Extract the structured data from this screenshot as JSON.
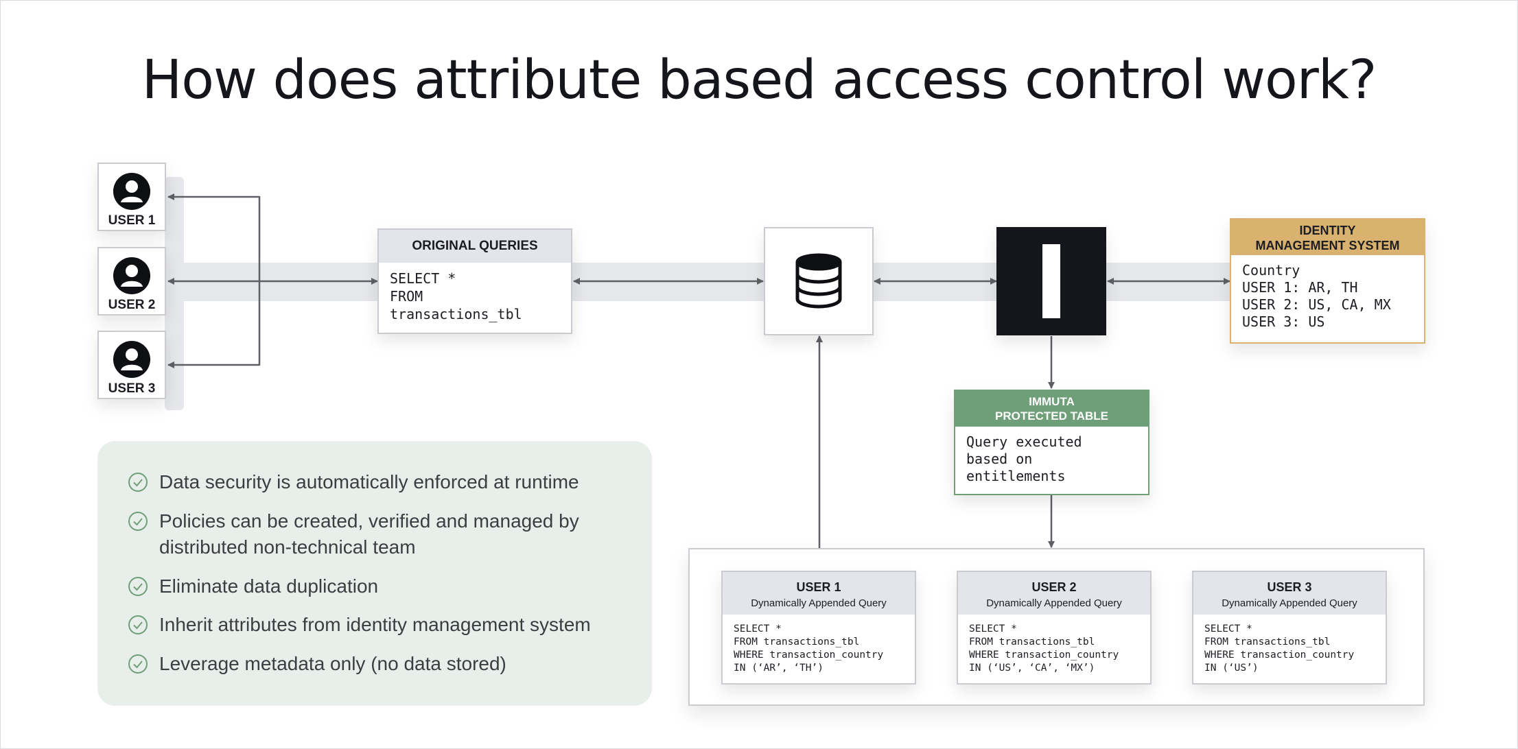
{
  "title": "How does attribute based access control work?",
  "users": [
    {
      "label": "USER 1"
    },
    {
      "label": "USER 2"
    },
    {
      "label": "USER 3"
    }
  ],
  "original_queries": {
    "header": "ORIGINAL QUERIES",
    "code": "SELECT *\nFROM\ntransactions_tbl"
  },
  "database": {
    "icon": "database-icon"
  },
  "immuta": {
    "icon": "immuta-logo"
  },
  "identity_system": {
    "header": "IDENTITY\nMANAGEMENT SYSTEM",
    "header_color": "#d9b26f",
    "lines": "Country\nUSER 1: AR, TH\nUSER 2: US, CA, MX\nUSER 3: US"
  },
  "protected_table": {
    "header": "IMMUTA\nPROTECTED TABLE",
    "header_color": "#6e9f79",
    "text": "Query executed\nbased on\nentitlements"
  },
  "benefits": [
    "Data security is automatically enforced at runtime",
    "Policies can be created, verified and managed by\ndistributed non-technical team",
    "Eliminate data duplication",
    "Inherit attributes from identity management system",
    "Leverage metadata only (no data stored)"
  ],
  "appended_queries": [
    {
      "title": "USER 1",
      "subtitle": "Dynamically Appended Query",
      "code": "SELECT *\nFROM transactions_tbl\nWHERE transaction_country\nIN (‘AR’, ‘TH’)"
    },
    {
      "title": "USER 2",
      "subtitle": "Dynamically Appended Query",
      "code": "SELECT *\nFROM transactions_tbl\nWHERE transaction_country\nIN (‘US’, ‘CA’, ‘MX’)"
    },
    {
      "title": "USER 3",
      "subtitle": "Dynamically Appended Query",
      "code": "SELECT *\nFROM transactions_tbl\nWHERE transaction_country\nIN (‘US’)"
    }
  ]
}
